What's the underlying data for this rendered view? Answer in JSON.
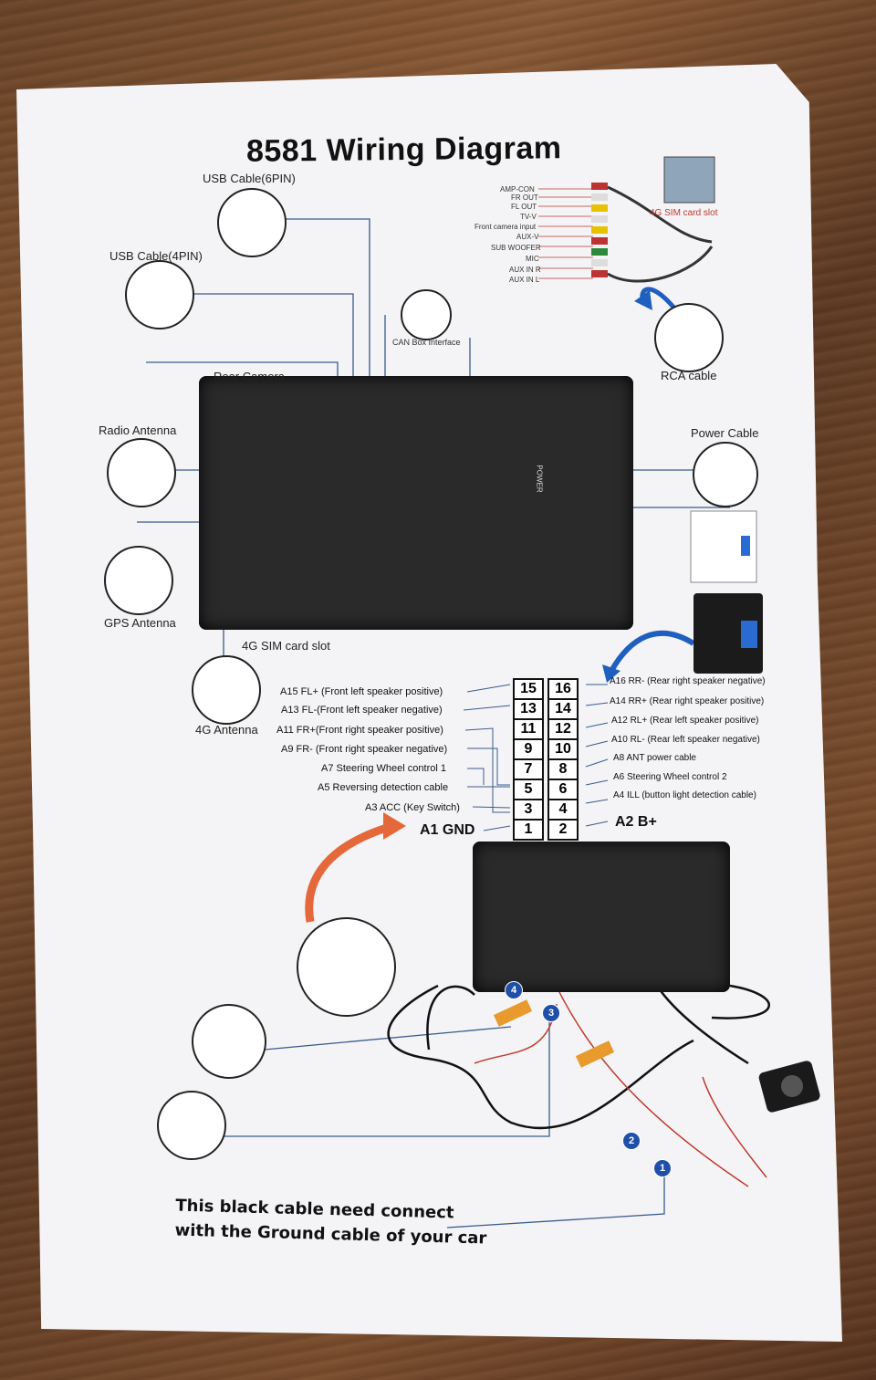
{
  "title": "8581 Wiring Diagram",
  "components": {
    "usb6": "USB Cable(6PIN)",
    "usb4": "USB Cable(4PIN)",
    "can": "CAN Box Interface",
    "rear_cam": "Rear Camera",
    "radio_ant": "Radio Antenna",
    "gps_ant": "GPS Antenna",
    "sim_slot": "4G SIM card slot",
    "ant_4g": "4G Antenna",
    "rca": "RCA cable",
    "power": "Power Cable",
    "sim_slot_red": "4G SIM card slot",
    "unit_label": "POWER"
  },
  "rca_lines": [
    "AMP-CON",
    "FR OUT",
    "FL OUT",
    "TV-V",
    "Front camera input",
    "AUX-V",
    "SUB WOOFER",
    "MIC",
    "AUX IN R",
    "AUX IN L"
  ],
  "pins_left": [
    "A15 FL+ (Front left speaker positive)",
    "A13  FL-(Front left speaker negative)",
    "A11 FR+(Front right speaker positive)",
    "A9 FR- (Front right speaker negative)",
    "A7 Steering Wheel control 1",
    "A5 Reversing detection cable",
    "A3 ACC (Key Switch)",
    "A1 GND"
  ],
  "pins_right": [
    "A16 RR- (Rear right speaker negative)",
    "A14 RR+ (Rear right speaker positive)",
    "A12 RL+ (Rear left speaker positive)",
    "A10  RL-  (Rear left speaker negative)",
    "A8  ANT power cable",
    "A6  Steering Wheel control 2",
    "A4  ILL (button light detection cable)",
    "A2  B+"
  ],
  "pin_numbers": [
    [
      "15",
      "16"
    ],
    [
      "13",
      "14"
    ],
    [
      "11",
      "12"
    ],
    [
      "9",
      "10"
    ],
    [
      "7",
      "8"
    ],
    [
      "5",
      "6"
    ],
    [
      "3",
      "4"
    ],
    [
      "1",
      "2"
    ]
  ],
  "badges": [
    "1",
    "2",
    "3",
    "4"
  ],
  "bottom_note": [
    "This black cable need connect",
    "with the Ground cable of your car"
  ],
  "colors": {
    "accent_blue": "#1f5fbf",
    "arrow_orange": "#e4683a",
    "line": "#3a5b8c"
  }
}
